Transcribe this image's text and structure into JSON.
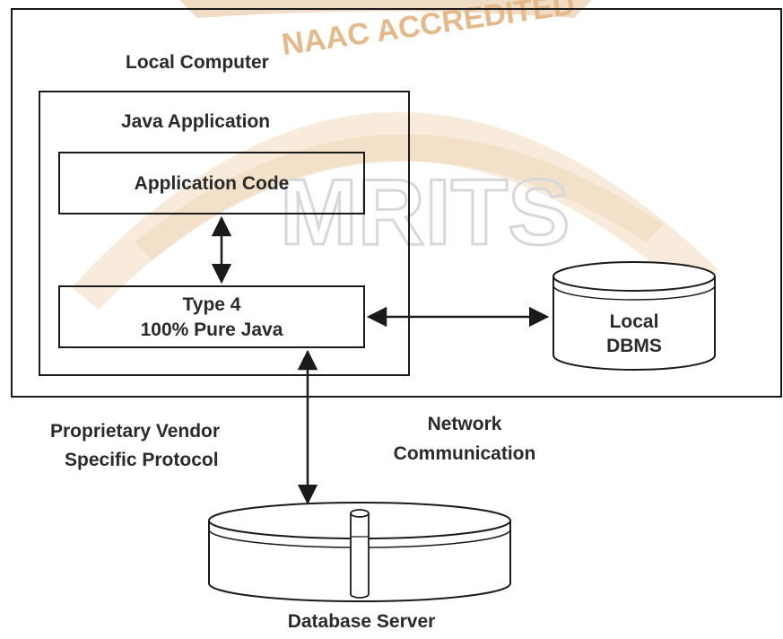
{
  "watermark": {
    "seal_text": "NAAC ACCREDITED",
    "logo_text": "MRITS"
  },
  "diagram": {
    "local_computer": "Local Computer",
    "java_application": "Java Application",
    "application_code": "Application Code",
    "driver_line1": "Type 4",
    "driver_line2": "100% Pure Java",
    "local_dbms_line1": "Local",
    "local_dbms_line2": "DBMS",
    "protocol_line1": "Proprietary Vendor",
    "protocol_line2": "Specific  Protocol",
    "network_line1": "Network",
    "network_line2": "Communication",
    "database_server": "Database Server"
  },
  "colors": {
    "line": "#1a1a1a",
    "watermark_gold": "#f3dcc0",
    "watermark_seal": "#e6b98b",
    "watermark_logo": "#e2e2e2"
  }
}
